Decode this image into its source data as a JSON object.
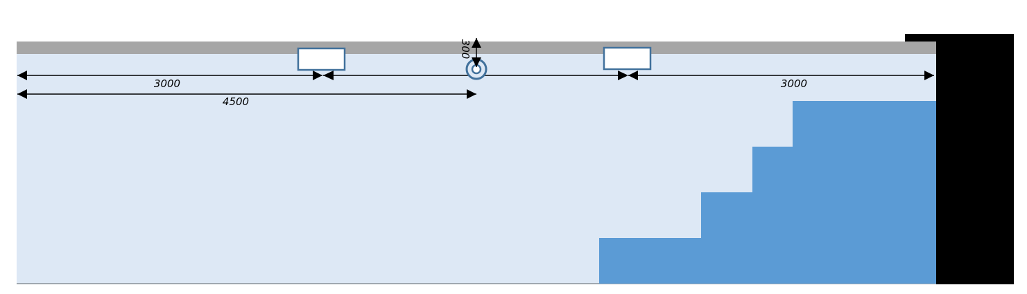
{
  "colors": {
    "room_fill": "#dde8f5",
    "ceiling": "#a6a6a6",
    "floor_line": "#a0a8b0",
    "wall": "#000000",
    "stairs": "#5b9bd5",
    "fixture_stroke": "#41719c",
    "fixture_fill": "#ffffff",
    "dimension_line": "#000000"
  },
  "dimensions": {
    "left_fixture_offset": "3000",
    "sensor_offset": "4500",
    "right_fixture_offset": "3000",
    "sensor_drop": "300"
  },
  "icons": {
    "ceiling_fixture": "rectangle-outline",
    "sensor": "concentric-circle",
    "stairs": "stepped-block"
  }
}
